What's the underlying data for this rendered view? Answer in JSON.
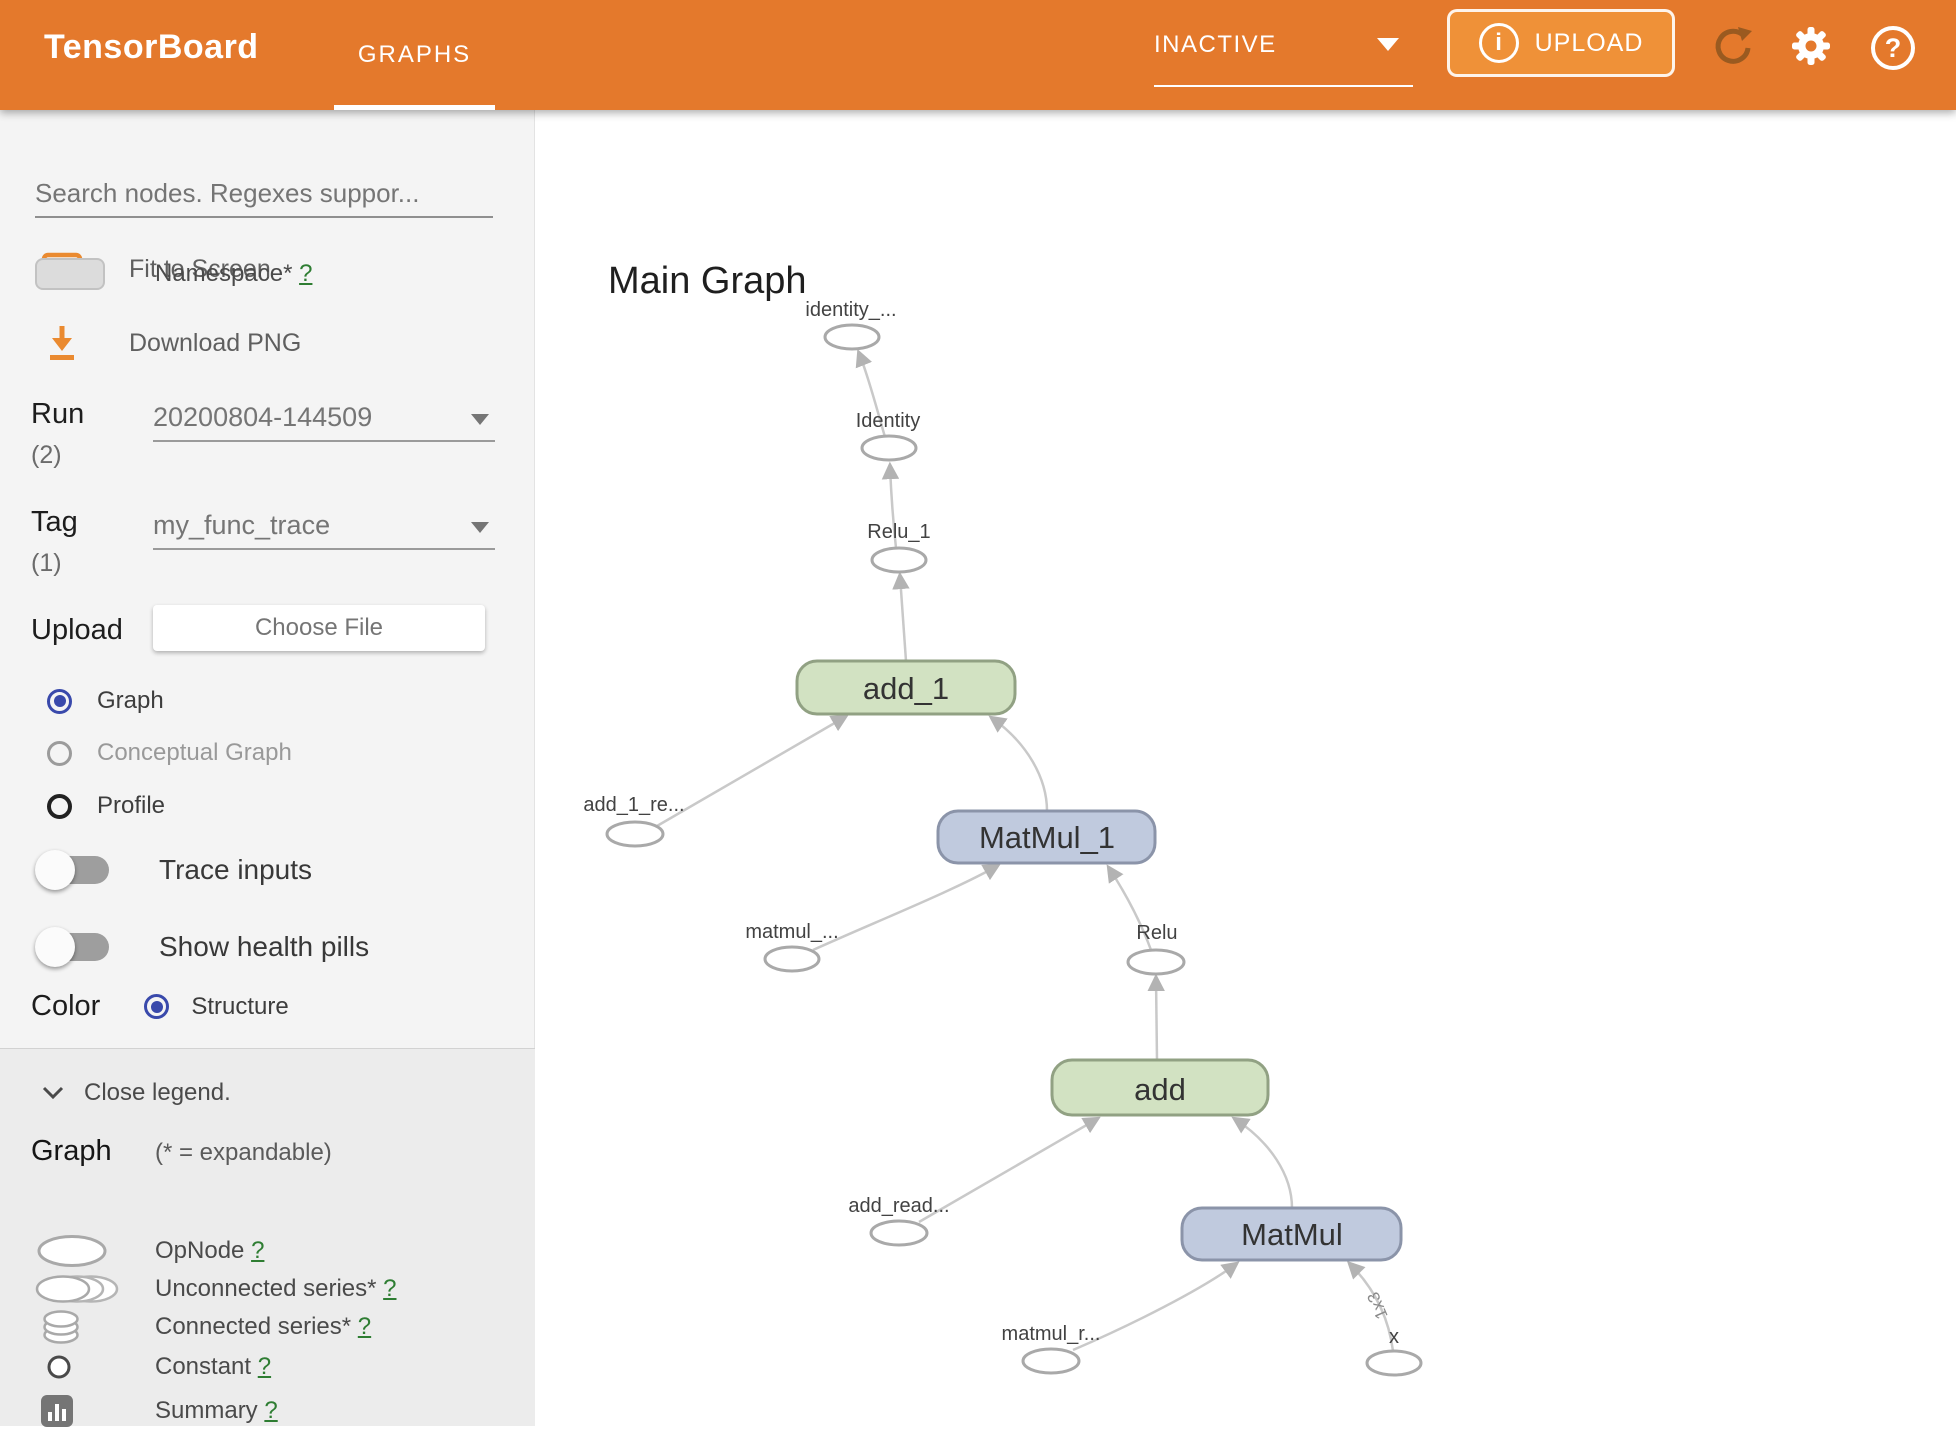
{
  "colors": {
    "header_orange": "#e4792c",
    "upload_button_orange": "#ef9138",
    "sidebar_bg": "#f4f4f4",
    "legend_bg": "#ececec",
    "radio_selected": "#3949ab",
    "node_green_fill": "#d2e2c2",
    "node_green_border": "#91a183",
    "node_blue_fill": "#c0cade",
    "node_blue_border": "#8b94a9",
    "edge_gray": "#c9c9c9",
    "help_link_green": "#2e7d32"
  },
  "header": {
    "app_title": "TensorBoard",
    "tab_label": "GRAPHS",
    "status_dropdown": "INACTIVE",
    "upload_button": "UPLOAD",
    "icons": {
      "info": "info-icon",
      "caret": "dropdown-caret",
      "refresh": "refresh-icon",
      "settings": "gear-icon",
      "help": "?"
    }
  },
  "sidebar": {
    "search_placeholder": "Search nodes. Regexes suppor...",
    "fit_to_screen": "Fit to Screen",
    "download_png": "Download PNG",
    "run": {
      "label": "Run",
      "count": "(2)",
      "value": "20200804-144509"
    },
    "tag": {
      "label": "Tag",
      "count": "(1)",
      "value": "my_func_trace"
    },
    "upload": {
      "label": "Upload",
      "button": "Choose File"
    },
    "graph_type": {
      "options": [
        {
          "label": "Graph",
          "selected": true
        },
        {
          "label": "Conceptual Graph",
          "selected": false
        },
        {
          "label": "Profile",
          "selected": false
        }
      ]
    },
    "toggles": [
      {
        "label": "Trace inputs",
        "on": false
      },
      {
        "label": "Show health pills",
        "on": false
      }
    ],
    "color_by": {
      "label": "Color",
      "option": "Structure"
    },
    "legend": {
      "close_label": "Close legend.",
      "heading": "Graph",
      "note": "(* = expandable)",
      "items": [
        {
          "icon": "namespace-swatch",
          "label": "Namespace*",
          "help": "?"
        },
        {
          "icon": "opnode-ellipse",
          "label": "OpNode",
          "help": "?"
        },
        {
          "icon": "unconnected-series",
          "label": "Unconnected series*",
          "help": "?"
        },
        {
          "icon": "connected-series",
          "label": "Connected series*",
          "help": "?"
        },
        {
          "icon": "constant-circle",
          "label": "Constant",
          "help": "?"
        },
        {
          "icon": "summary-chart",
          "label": "Summary",
          "help": "?"
        }
      ]
    }
  },
  "main": {
    "title": "Main Graph",
    "graph": {
      "op_nodes": [
        {
          "label": "add_1",
          "color": "green"
        },
        {
          "label": "MatMul_1",
          "color": "blue"
        },
        {
          "label": "add",
          "color": "green"
        },
        {
          "label": "MatMul",
          "color": "blue"
        }
      ],
      "annotations": [
        "identity_...",
        "Identity",
        "Relu_1",
        "add_1_re...",
        "matmul_...",
        "Relu",
        "add_read...",
        "matmul_r...",
        "x"
      ],
      "edge_label": "1x3"
    }
  }
}
